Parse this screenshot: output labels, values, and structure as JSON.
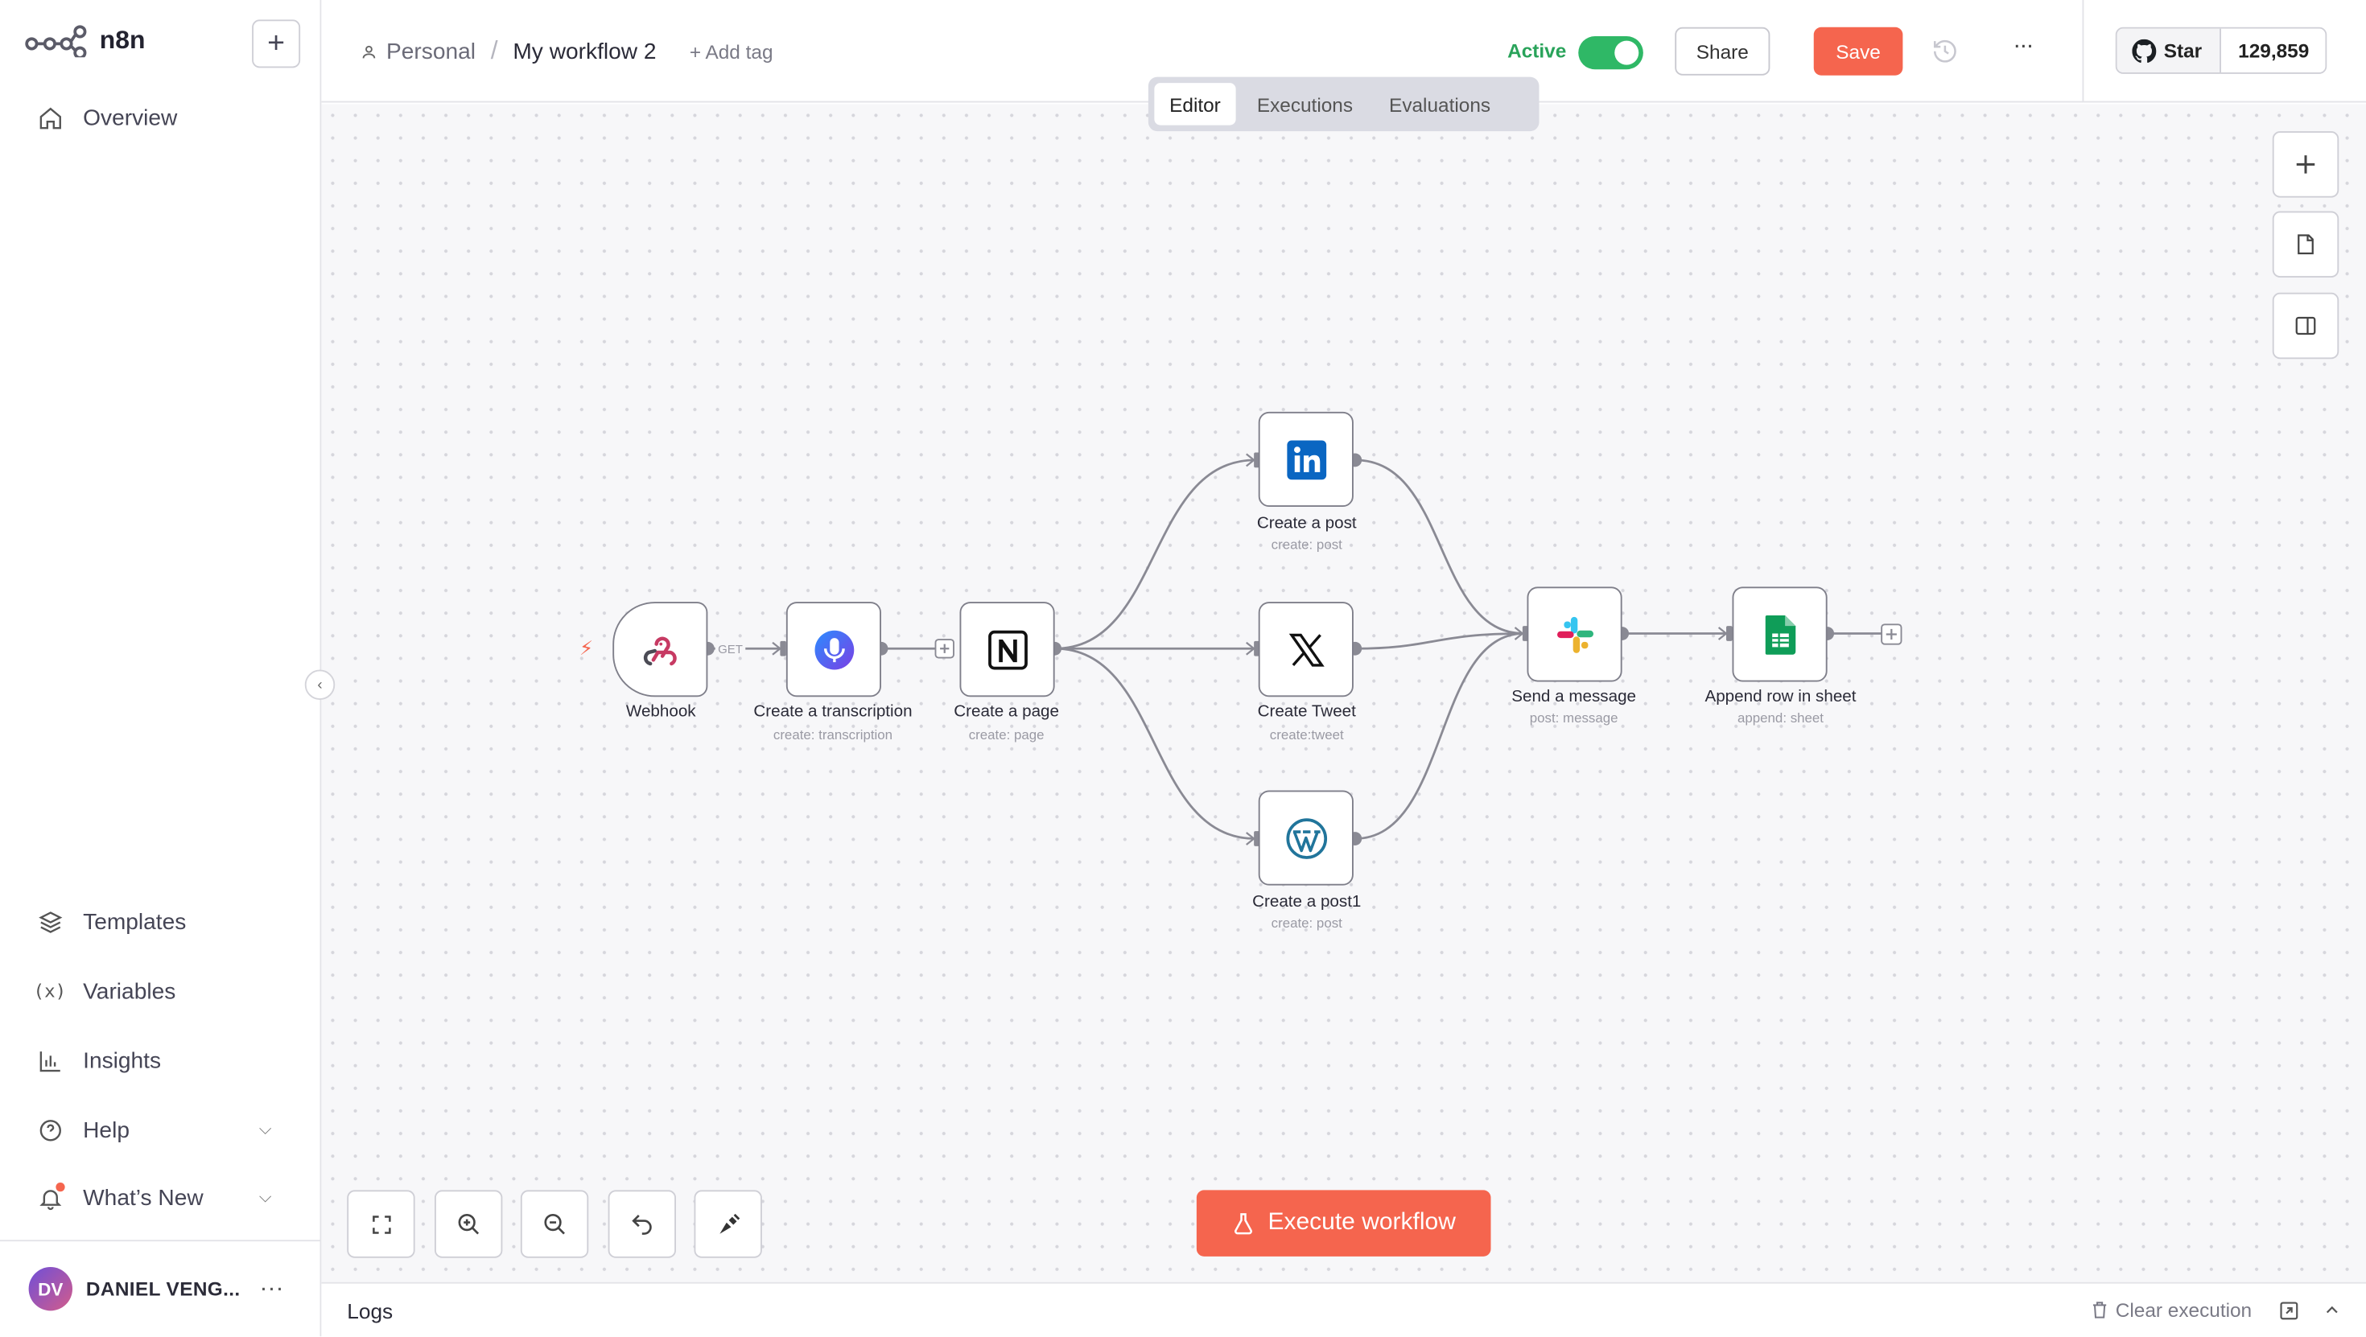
{
  "app": {
    "name": "n8n"
  },
  "sidebar": {
    "new_label": "+",
    "overview": "Overview",
    "items": [
      {
        "label": "Templates",
        "icon": "templates-icon"
      },
      {
        "label": "Variables",
        "icon": "variables-icon"
      },
      {
        "label": "Insights",
        "icon": "insights-icon"
      },
      {
        "label": "Help",
        "icon": "help-icon"
      },
      {
        "label": "What’s New",
        "icon": "bell-icon"
      }
    ],
    "user": {
      "initials": "DV",
      "name": "DANIEL VENG..."
    }
  },
  "header": {
    "breadcrumb_project": "Personal",
    "breadcrumb_sep": "/",
    "workflow_title": "My workflow 2",
    "add_tag": "+ Add tag",
    "active_label": "Active",
    "active": true,
    "share_label": "Share",
    "save_label": "Save",
    "more_label": "···",
    "github_star_label": "Star",
    "github_star_count": "129,859"
  },
  "tabs": [
    {
      "label": "Editor",
      "active": true
    },
    {
      "label": "Executions",
      "active": false
    },
    {
      "label": "Evaluations",
      "active": false
    }
  ],
  "workflow": {
    "nodes": [
      {
        "id": "webhook",
        "label": "Webhook",
        "sub": "",
        "icon": "webhook-icon"
      },
      {
        "id": "transcription",
        "label": "Create a transcription",
        "sub": "create: transcription",
        "icon": "assemblyai-icon"
      },
      {
        "id": "notion",
        "label": "Create a page",
        "sub": "create: page",
        "icon": "notion-icon"
      },
      {
        "id": "linkedin",
        "label": "Create a post",
        "sub": "create: post",
        "icon": "linkedin-icon"
      },
      {
        "id": "x",
        "label": "Create Tweet",
        "sub": "create:tweet",
        "icon": "x-icon"
      },
      {
        "id": "wordpress",
        "label": "Create a post1",
        "sub": "create: post",
        "icon": "wordpress-icon"
      },
      {
        "id": "slack",
        "label": "Send a message",
        "sub": "post: message",
        "icon": "slack-icon"
      },
      {
        "id": "sheets",
        "label": "Append row in sheet",
        "sub": "append: sheet",
        "icon": "google-sheets-icon"
      }
    ],
    "webhook_method": "GET"
  },
  "canvas": {
    "execute_label": "Execute workflow"
  },
  "logs": {
    "title": "Logs",
    "clear_label": "Clear execution"
  },
  "colors": {
    "accent": "#f5654e",
    "active_green": "#2fb866",
    "node_border": "#7f7f8a"
  }
}
